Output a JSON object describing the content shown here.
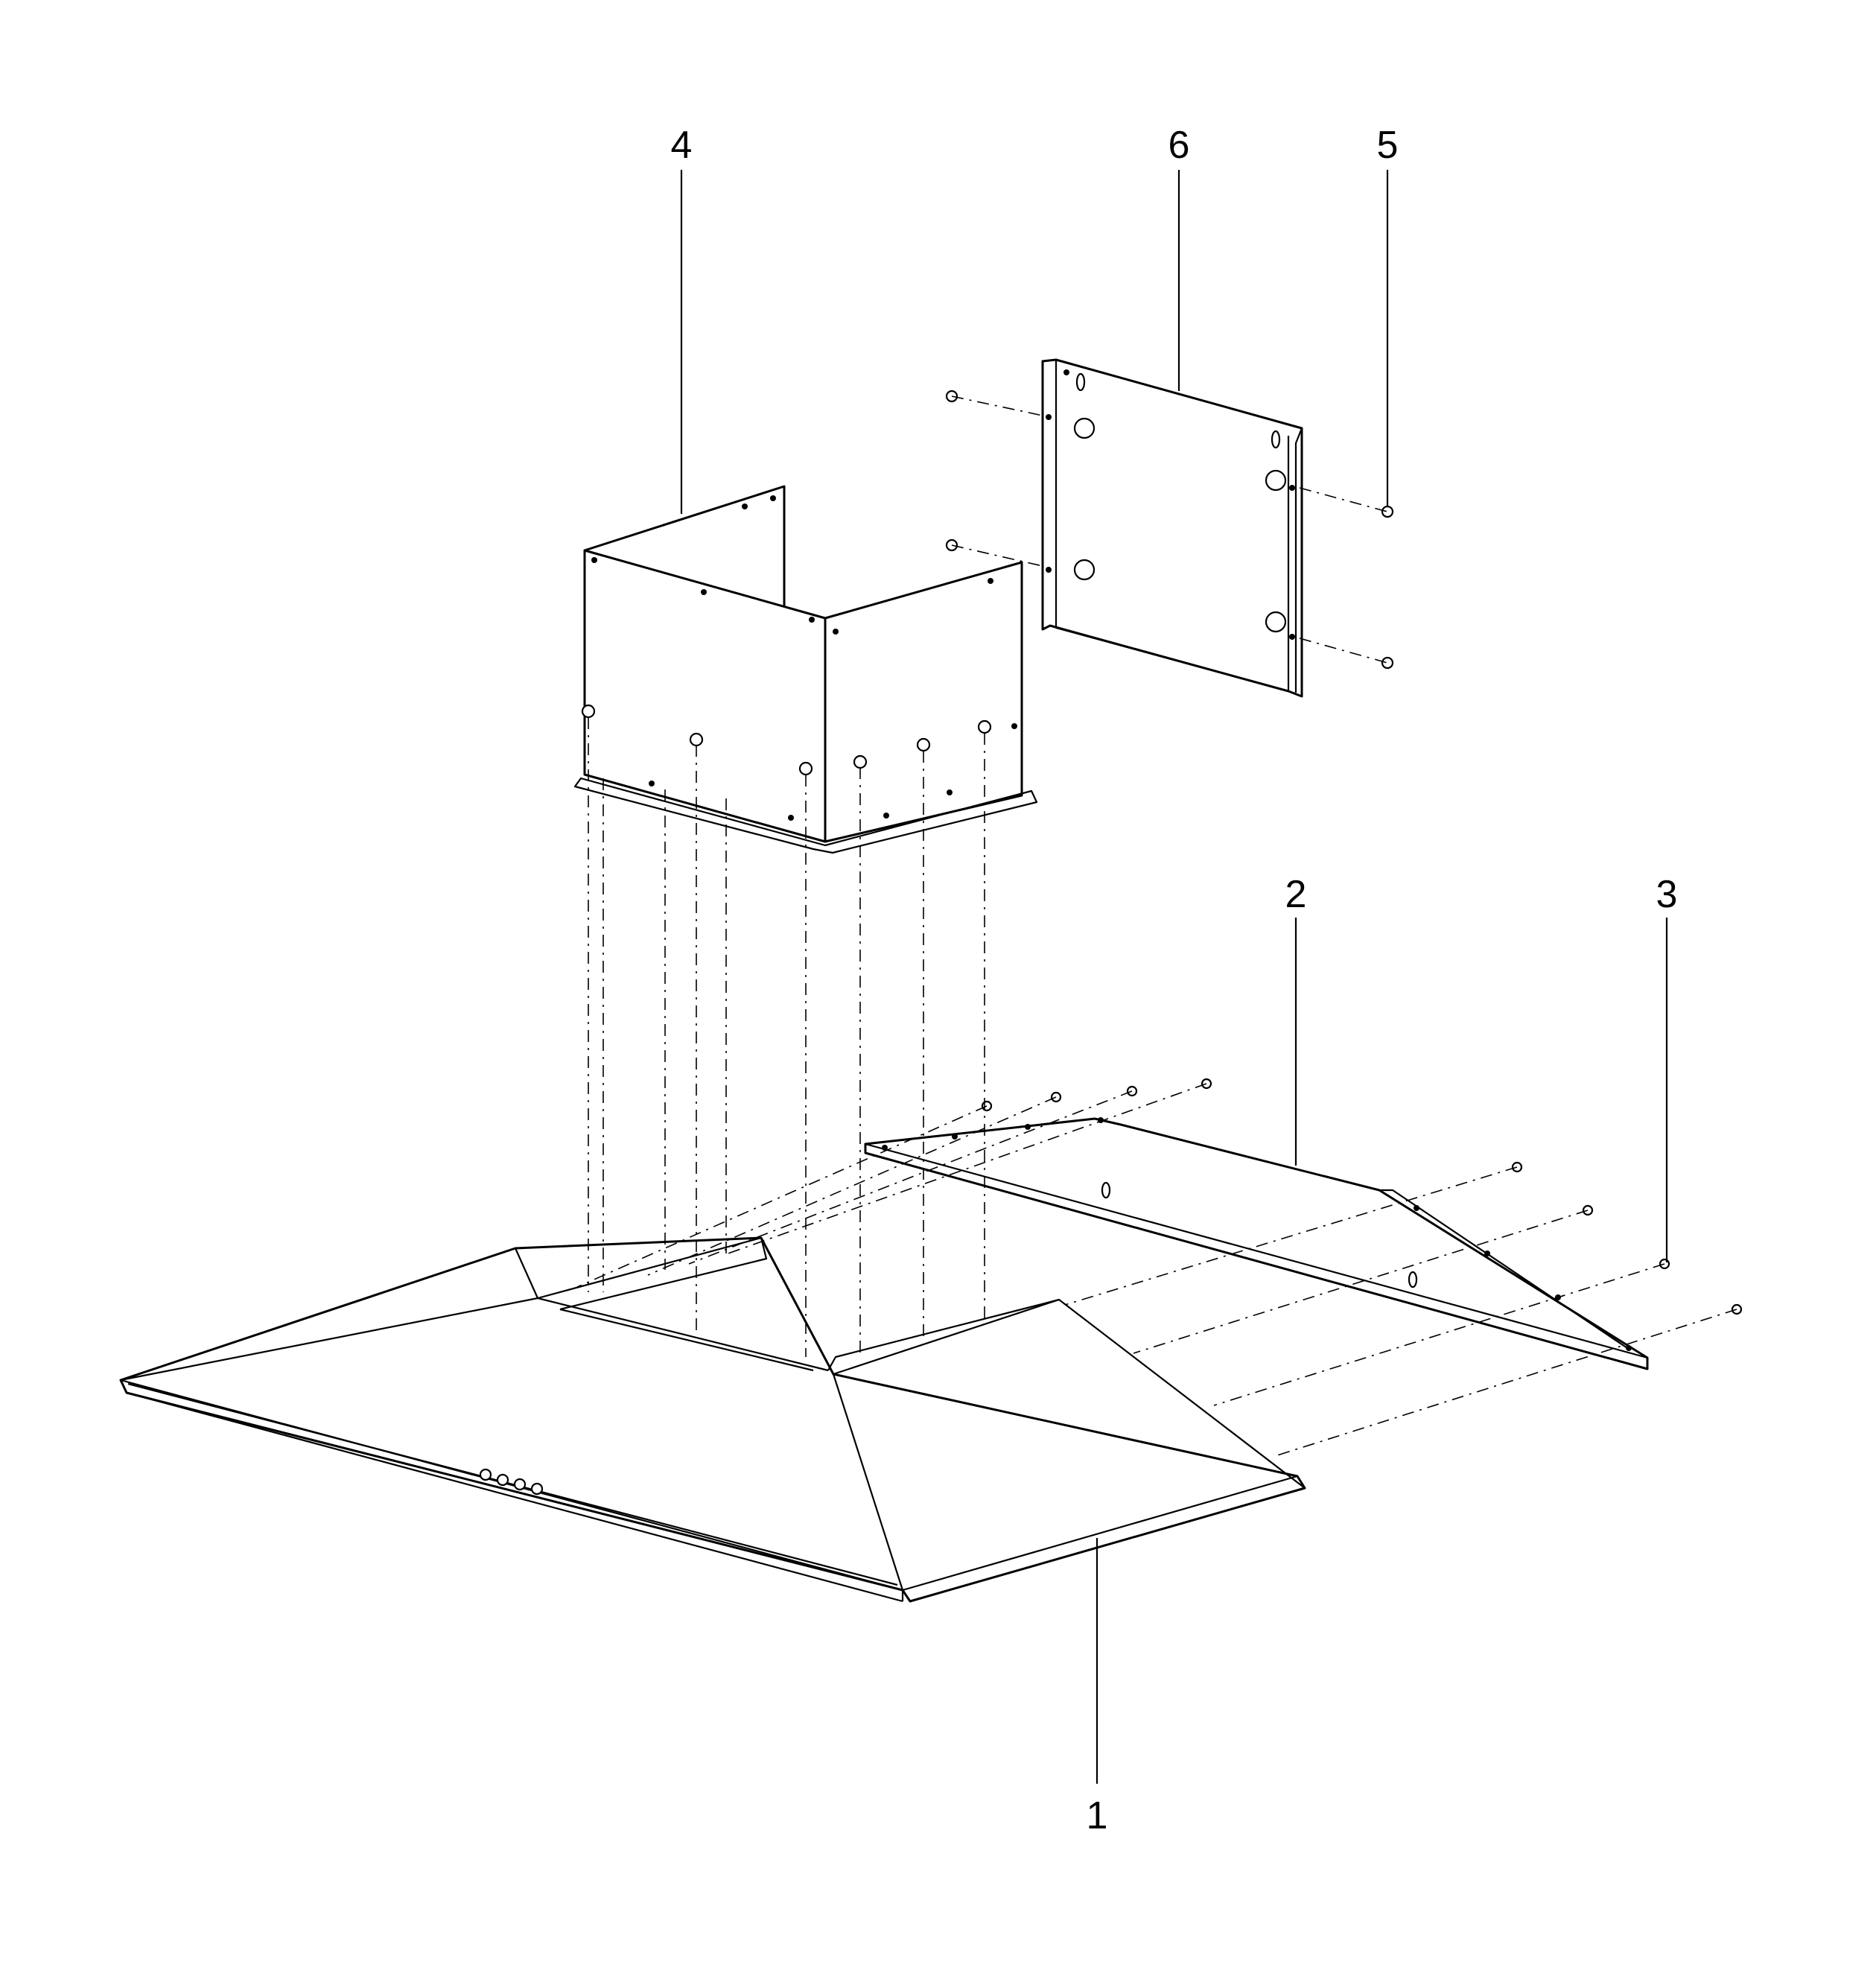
{
  "diagram": {
    "type": "exploded-assembly",
    "part_numbers": {
      "p1": "1",
      "p2": "2",
      "p3": "3",
      "p4": "4",
      "p5": "5",
      "p6": "6"
    },
    "line_color": "#000000",
    "background_color": "#ffffff"
  }
}
